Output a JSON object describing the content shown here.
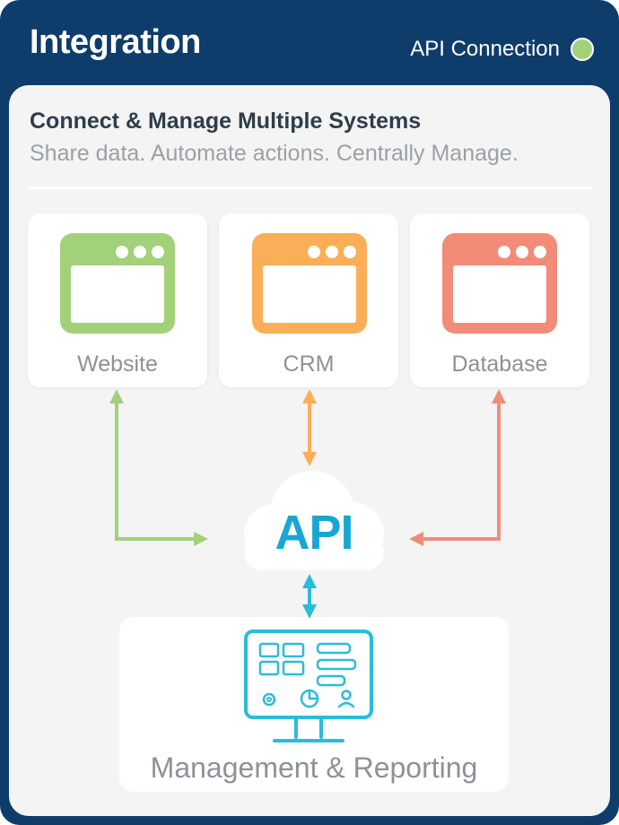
{
  "header": {
    "title": "Integration",
    "status_label": "API Connection",
    "status_color": "#a2d17a"
  },
  "panel": {
    "title": "Connect & Manage Multiple Systems",
    "subtitle": "Share data. Automate actions. Centrally Manage."
  },
  "systems": [
    {
      "label": "Website",
      "icon": "browser-window-icon",
      "color": "#a2d17a"
    },
    {
      "label": "CRM",
      "icon": "browser-window-icon",
      "color": "#f9ae57"
    },
    {
      "label": "Database",
      "icon": "browser-window-icon",
      "color": "#f28c78"
    }
  ],
  "hub": {
    "label": "API",
    "icon": "cloud-icon",
    "color": "#1aa6d3"
  },
  "management": {
    "label": "Management & Reporting",
    "icon": "monitor-dashboard-icon",
    "color": "#2bbcd8"
  }
}
